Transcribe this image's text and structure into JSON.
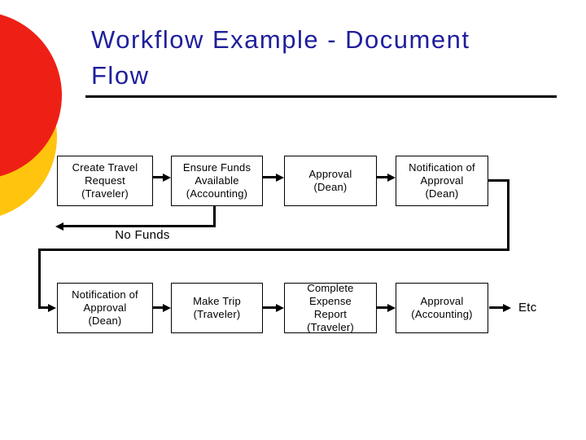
{
  "slide": {
    "title": {
      "line1": "Workflow Example - Document",
      "line2": "Flow"
    },
    "colors": {
      "title_text": "#1F1F9C",
      "accent_red": "#EE2016",
      "accent_yellow": "#FFC40D",
      "line": "#000000",
      "background": "#FFFFFF"
    }
  },
  "flow": {
    "row1": [
      {
        "lines": [
          "Create Travel",
          "Request",
          "(Traveler)"
        ]
      },
      {
        "lines": [
          "Ensure Funds",
          "Available",
          "(Accounting)"
        ]
      },
      {
        "lines": [
          "Approval",
          "(Dean)"
        ]
      },
      {
        "lines": [
          "Notification of",
          "Approval",
          "(Dean)"
        ]
      }
    ],
    "row2": [
      {
        "lines": [
          "Notification of",
          "Approval",
          "(Dean)"
        ]
      },
      {
        "lines": [
          "Make Trip",
          "(Traveler)"
        ]
      },
      {
        "lines": [
          "Complete Expense",
          "Report",
          "(Traveler)"
        ]
      },
      {
        "lines": [
          "Approval",
          "(Accounting)"
        ]
      }
    ],
    "labels": {
      "no_funds": "No Funds",
      "etc": "Etc"
    }
  }
}
